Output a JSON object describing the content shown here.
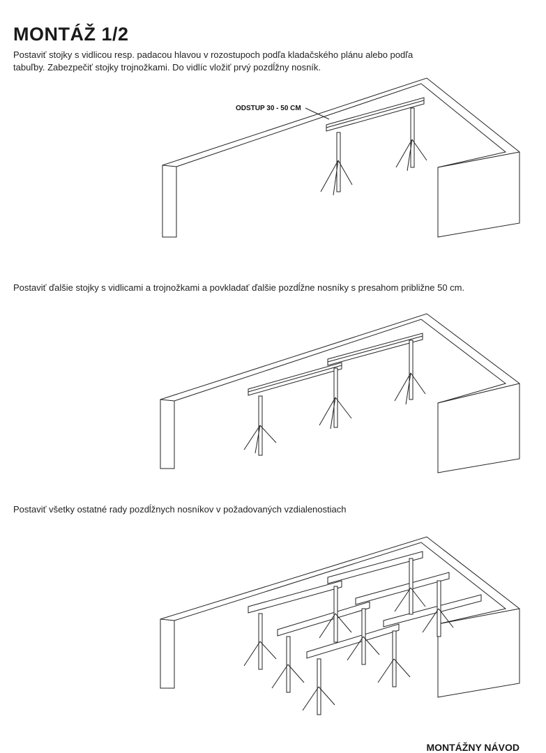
{
  "page": {
    "title": "MONTÁŽ 1/2",
    "footer": "MONTÁŽNY NÁVOD"
  },
  "steps": [
    {
      "text": "Postaviť stojky s vidlicou resp. padacou hlavou v rozostupoch podľa kladačského plánu alebo podľa tabuľby. Zabezpečiť stojky trojnožkami. Do vidlíc vložiť prvý pozdĺžny nosník.",
      "callout": "ODSTUP 30 - 50 CM"
    },
    {
      "text": "Postaviť ďalšie stojky s vidlicami a trojnožkami a povkladať ďalšie pozdĺžne nosníky s presahom približne 50 cm."
    },
    {
      "text": "Postaviť všetky ostatné rady pozdĺžnych nosníkov v požadovaných vzdialenostiach"
    }
  ],
  "icons": {
    "prop": "shore-prop-tripod-icon",
    "beam": "longitudinal-beam-icon",
    "wall": "wall-outline-icon"
  }
}
